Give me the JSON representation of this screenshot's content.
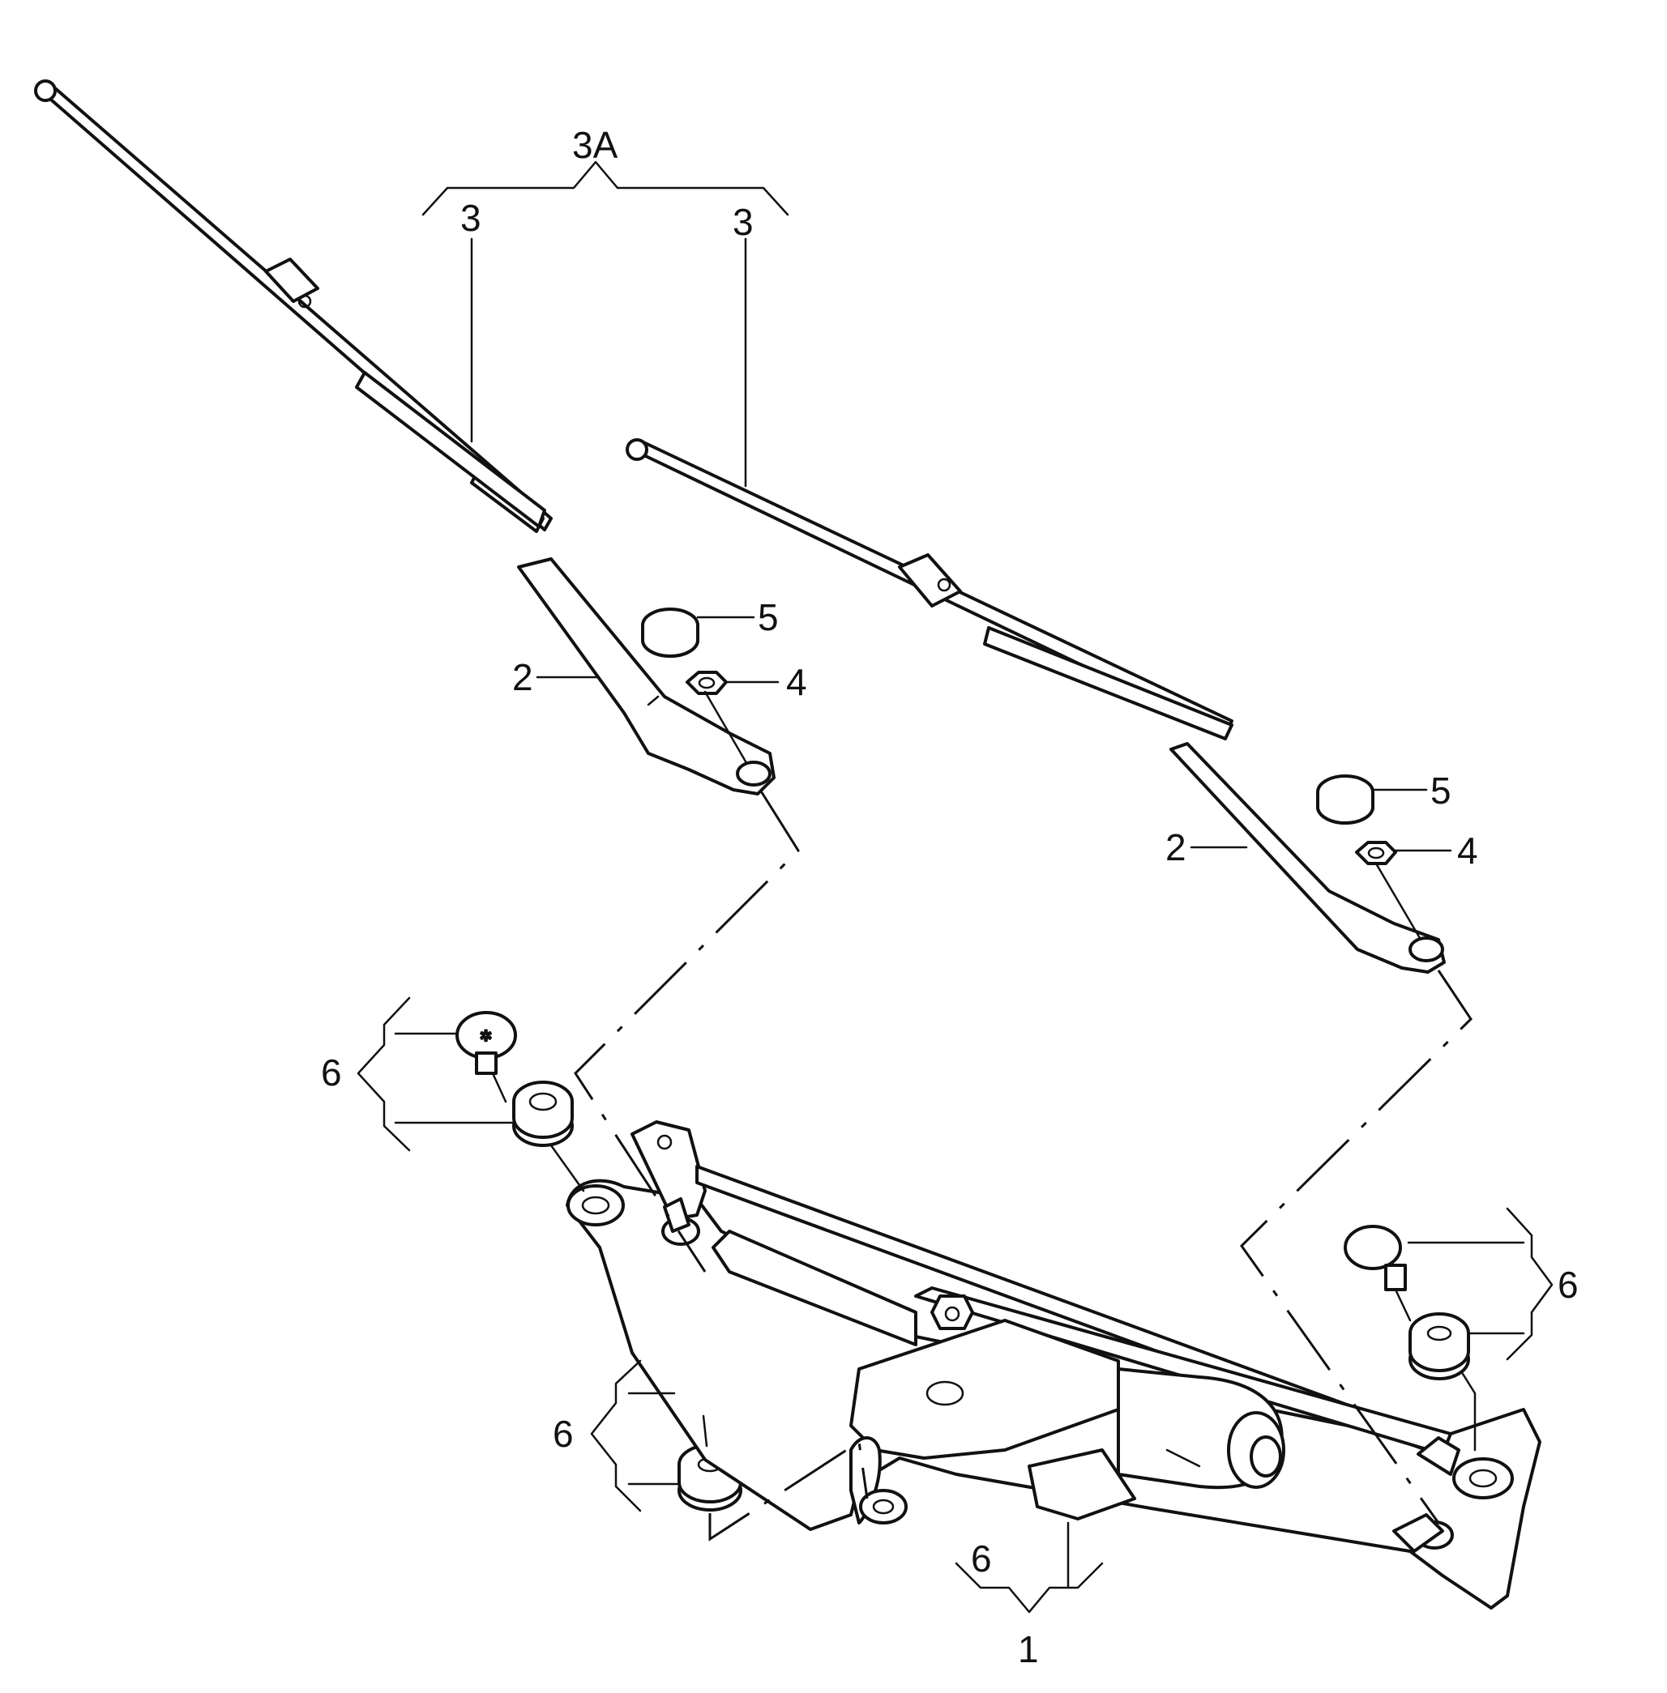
{
  "callouts": {
    "wiper_assembly": "3A",
    "left_blade": "3",
    "right_blade": "3",
    "left_arm": "2",
    "right_arm": "2",
    "left_cap": "5",
    "right_cap": "5",
    "left_nut": "4",
    "right_nut": "4",
    "mount_upper_left": "6",
    "mount_lower_left": "6",
    "mount_right": "6",
    "mount_bottom": "6",
    "linkage_motor": "1"
  }
}
